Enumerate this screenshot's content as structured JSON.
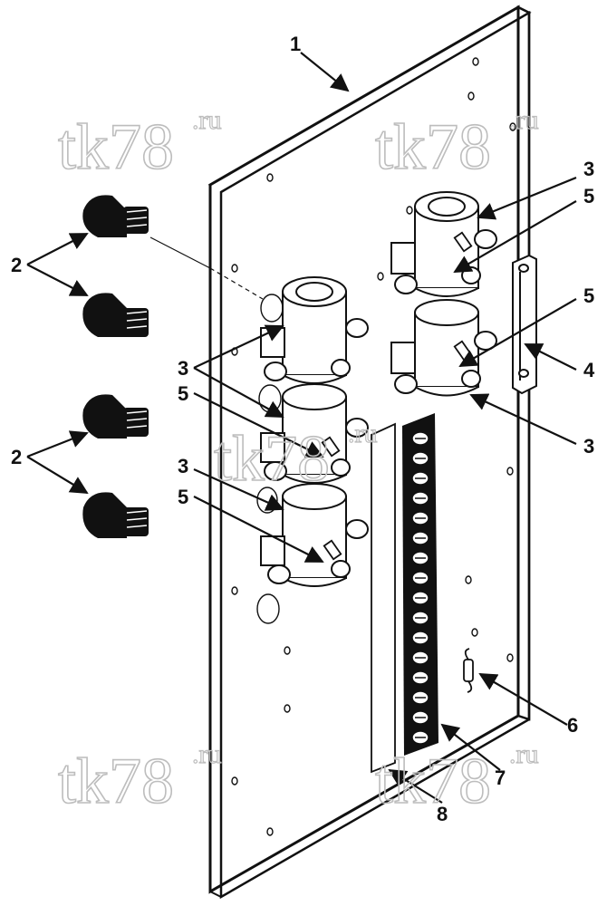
{
  "watermark": {
    "main": "tk78",
    "suffix": ".ru"
  },
  "callouts": {
    "c1": "1",
    "c2a": "2",
    "c2b": "2",
    "c3a": "3",
    "c3b": "3",
    "c3c": "3",
    "c3d": "3",
    "c4": "4",
    "c5a": "5",
    "c5b": "5",
    "c5c": "5",
    "c5d": "5",
    "c6": "6",
    "c7": "7",
    "c8": "8"
  },
  "colors": {
    "ink": "#111111",
    "watermark": "#bdbdbd"
  }
}
